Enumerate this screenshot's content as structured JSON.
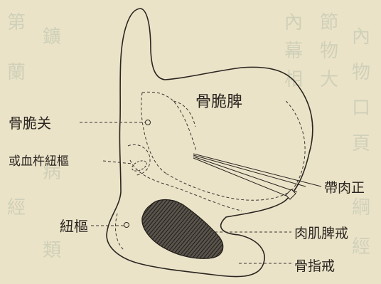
{
  "labels": {
    "main": "骨脆脾",
    "upper_left": "骨脆关",
    "middle_left": "或血杵紐樞",
    "lower_left": "紐樞",
    "right_upper": "帶肉正",
    "right_middle": "肉肌脾戒",
    "right_lower": "骨指戒"
  },
  "colors": {
    "paper": "#ebe3c8",
    "ink": "#2a2520",
    "hatch": "#3a3530",
    "bleed": "#b9c2ad"
  }
}
